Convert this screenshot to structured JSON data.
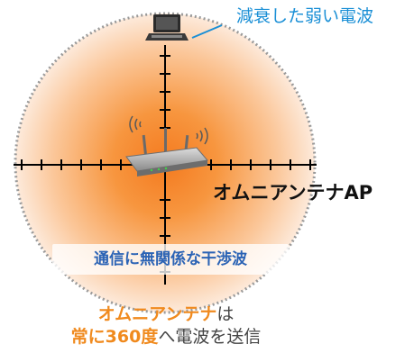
{
  "labels": {
    "weak_signal": "減衰した弱い電波",
    "omni_ap": "オムニアンテナAP",
    "interference": "通信に無関係な干渉波",
    "caption_line1_orange": "オムニアンテナ",
    "caption_line1_rest": "は",
    "caption_line2_orange": "常に360度",
    "caption_line2_rest": "へ電波を送信"
  },
  "icons": {
    "laptop": "laptop-icon",
    "router": "wireless-router-icon",
    "signal": "signal-waves-icon"
  },
  "colors": {
    "radiation_center": "#f47a1f",
    "radiation_edge": "#fde3cc",
    "boundary": "#9a9a9a",
    "callout_text": "#1a8fd6",
    "interference_text": "#2b63b5",
    "caption_highlight": "#f08a1e"
  }
}
